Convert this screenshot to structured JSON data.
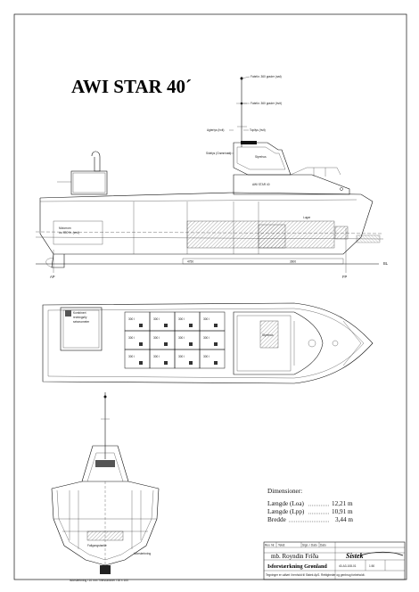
{
  "title": "AWI STAR 40´",
  "profile": {
    "mast_labels": [
      "Fabrikr. 360 grader (rød)",
      "Fabrikr. 360 grader (hvit)",
      "Agterlys (hvit)",
      "Topllys (hvit)",
      "Sidelys (Grønn/rød)"
    ],
    "wheelhouse_label": "Styrehus",
    "hull_name": "AWI STAR 40",
    "engine_label": "Motorrom",
    "lugar_label": "Lugar",
    "left_note_1": "Motorkasse",
    "left_note_2": "ca. 800 ltr. (ved)",
    "stations": [
      "AP",
      "FP",
      "BL"
    ],
    "measure_a": "4750",
    "measure_b": "3600"
  },
  "plan": {
    "room_label_1": "Kombinert",
    "room_label_2": "redningsfly",
    "room_label_3": "seismometer",
    "deck_label": "Styrehus",
    "hatch_cells": [
      "300 l",
      "300 l",
      "300 l",
      "300 l",
      "300 l",
      "300 l",
      "300 l",
      "300 l",
      "300 l",
      "300 l",
      "300 l",
      "300 l"
    ]
  },
  "section": {
    "label_top": "Fallgangstanke",
    "label_right": "Isforsterkning",
    "caption": "Isforsterkning i 10 mm Tversrammer i 50 x 100"
  },
  "dimensions": {
    "heading": "Dimensioner:",
    "rows": [
      {
        "label": "Længde (Loa)",
        "value": "12,21 m"
      },
      {
        "label": "Længde (Lpp)",
        "value": "10,91 m"
      },
      {
        "label": "Bredde",
        "value": "3,44 m"
      }
    ]
  },
  "titleblock": {
    "vessel": "mb. Royndin Fríða",
    "drawing_title": "Isforstærkning Grønland",
    "company": "Sistek",
    "header_cells": [
      "Rev. Nr.",
      "Tekst",
      "Sign. / Dato",
      "Dato"
    ],
    "drawing_no": "40-A3-108-01",
    "scale": "1:50",
    "note": "Tegninger er udført i henhold til Sistek ApS. Rettigheder og genbrug forbeholdt."
  }
}
